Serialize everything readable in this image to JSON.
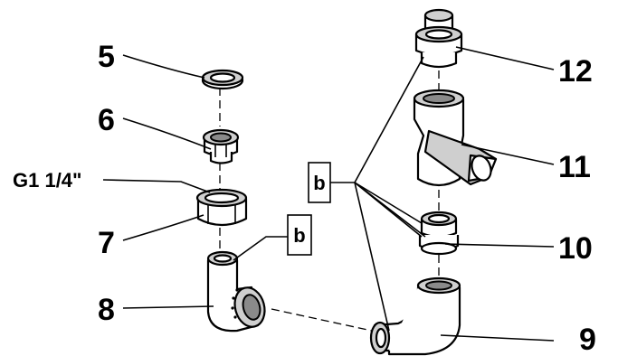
{
  "diagram": {
    "parts": [
      {
        "id": "5",
        "label": "5"
      },
      {
        "id": "6",
        "label": "6"
      },
      {
        "id": "7",
        "label": "7"
      },
      {
        "id": "8",
        "label": "8"
      },
      {
        "id": "9",
        "label": "9"
      },
      {
        "id": "10",
        "label": "10"
      },
      {
        "id": "11",
        "label": "11"
      },
      {
        "id": "12",
        "label": "12"
      }
    ],
    "thread_spec": "G1 1/4\"",
    "seal_marker": "b"
  }
}
